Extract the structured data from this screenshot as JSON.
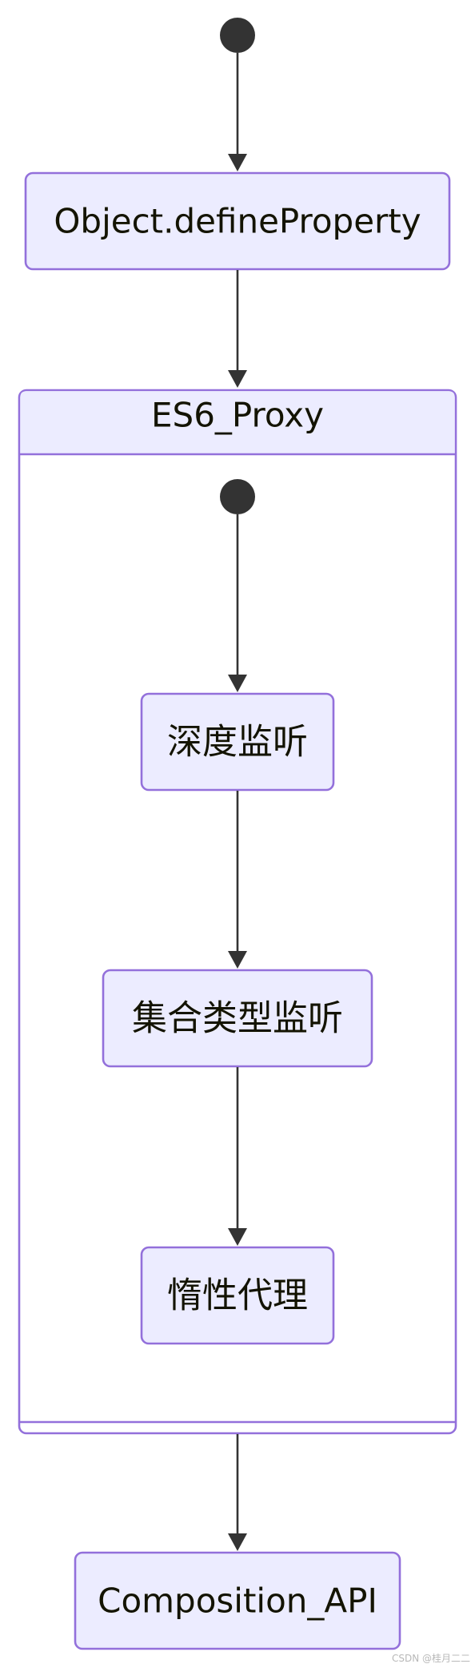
{
  "diagram": {
    "nodes": {
      "define_property": "Object.defineProperty",
      "es6_proxy": "ES6_Proxy",
      "deep_watch": "深度监听",
      "collection_watch": "集合类型监听",
      "lazy_proxy": "惰性代理",
      "composition_api": "Composition_API"
    }
  },
  "watermark": "CSDN @桂月二二"
}
